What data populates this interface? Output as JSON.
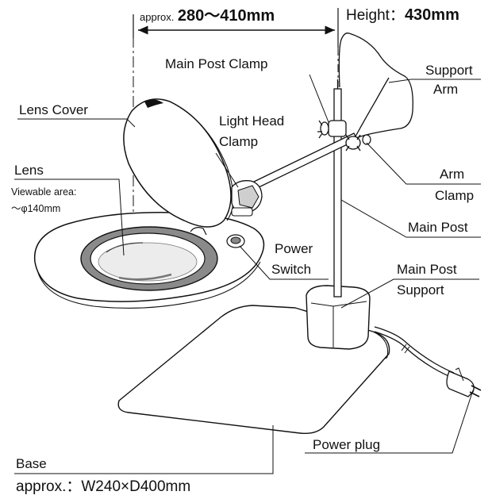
{
  "width_label": {
    "prefix": "approx.",
    "value": "280〜410mm"
  },
  "height_label": {
    "prefix": "Height：",
    "value": "430mm"
  },
  "labels": {
    "main_post_clamp": "Main Post Clamp",
    "support_arm_1": "Support",
    "support_arm_2": "Arm",
    "lens_cover": "Lens Cover",
    "light_head_clamp_1": "Light Head",
    "light_head_clamp_2": "Clamp",
    "arm_clamp_1": "Arm",
    "arm_clamp_2": "Clamp",
    "lens": "Lens",
    "viewable_area_1": "Viewable area:",
    "viewable_area_2": "～φ140mm",
    "main_post": "Main Post",
    "power_switch_1": "Power",
    "power_switch_2": "Switch",
    "main_post_support_1": "Main Post",
    "main_post_support_2": "Support",
    "power_plug": "Power plug",
    "base": "Base",
    "base_dims": "approx.：W240×D400mm"
  }
}
